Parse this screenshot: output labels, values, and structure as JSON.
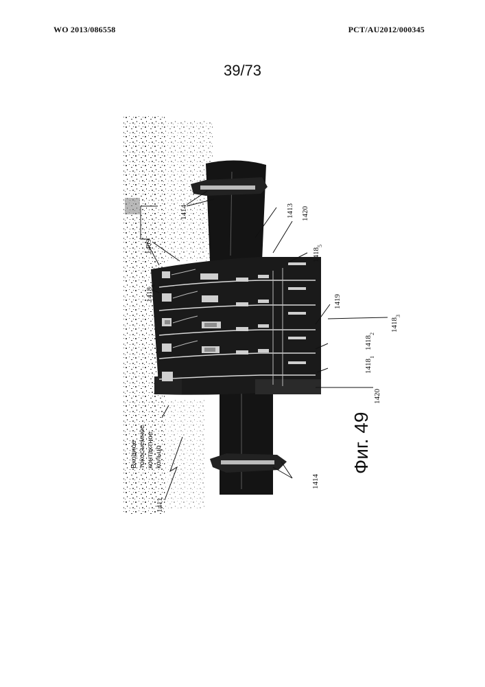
{
  "header": {
    "publication_left": "WO 2013/086558",
    "publication_right": "PCT/AU2012/000345",
    "sheet": "39/73"
  },
  "figure": {
    "caption": "Фиг. 49",
    "ring_label_lines": [
      "Входное",
      "токосъемное",
      "контактное",
      "кольцо"
    ],
    "labels": {
      "l1414_top": "1414",
      "l1414_bottom": "1414",
      "l1409": "1409",
      "l1413": "1413",
      "l1420_top": "1420",
      "l1420_bottom": "1420",
      "l1418_top_base": "1418",
      "l1418_top_sub": "4",
      "l1418_5_base": "1418",
      "l1418_5_sub": "5",
      "l1419": "1419",
      "l1418_3_base": "1418",
      "l1418_3_sub": "3",
      "l1418_2_base": "1418",
      "l1418_2_sub": "2",
      "l1418_1_base": "1418",
      "l1418_1_sub": "1",
      "l1411": "1411"
    }
  }
}
